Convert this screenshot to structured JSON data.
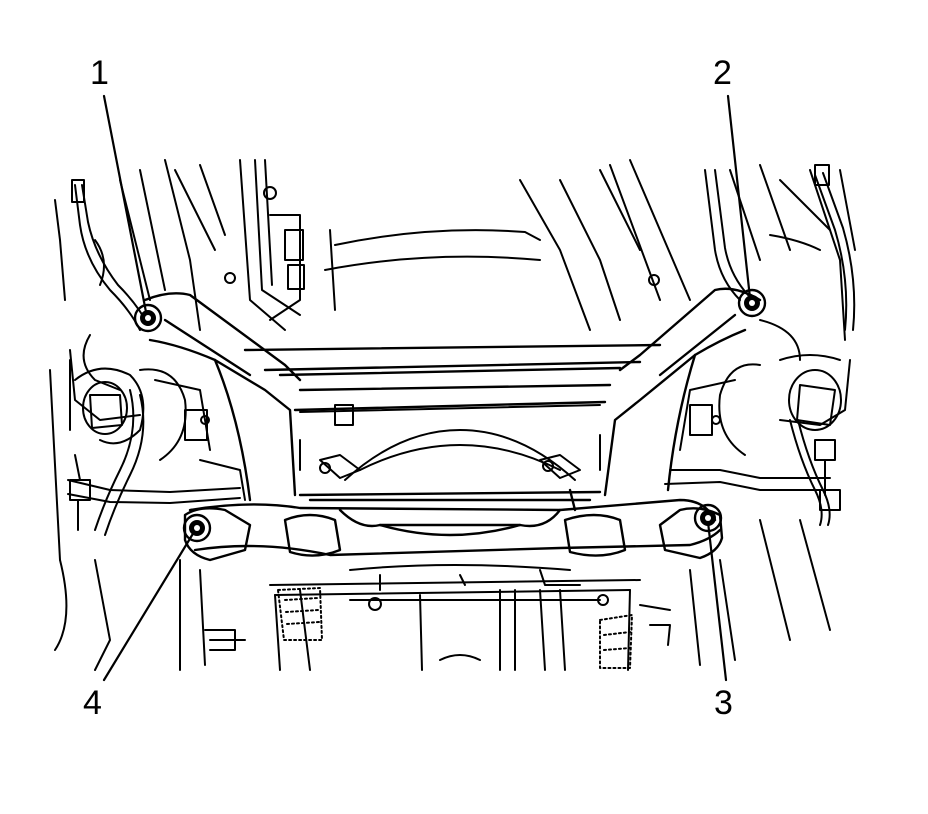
{
  "callouts": [
    {
      "id": "1",
      "label": "1"
    },
    {
      "id": "2",
      "label": "2"
    },
    {
      "id": "3",
      "label": "3"
    },
    {
      "id": "4",
      "label": "4"
    }
  ],
  "colors": {
    "line": "#000000",
    "background": "#ffffff"
  },
  "icons": {
    "fastener": "hex-nut-icon"
  }
}
